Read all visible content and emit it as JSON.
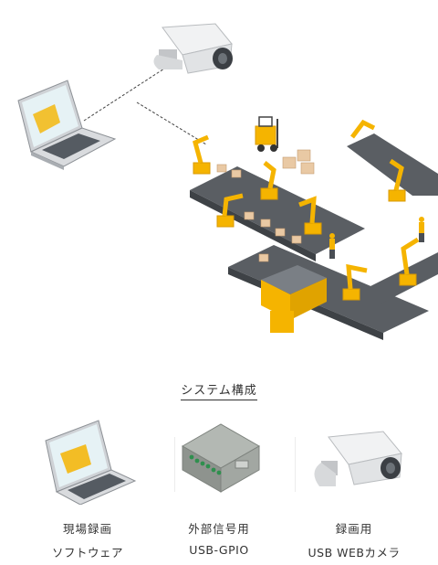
{
  "section": {
    "title": "システム構成"
  },
  "components": [
    {
      "line1": "現場録画",
      "line2": "ソフトウェア",
      "icon": "laptop-icon"
    },
    {
      "line1": "外部信号用",
      "line2": "USB-GPIO",
      "icon": "gpio-box-icon"
    },
    {
      "line1": "録画用",
      "line2": "USB WEBカメラ",
      "icon": "camera-icon"
    }
  ],
  "colors": {
    "accent": "#f5b400",
    "belt": "#5a5e63",
    "box": "#e9c9a4",
    "device": "#9ea39e",
    "led": "#2f8f4e"
  }
}
